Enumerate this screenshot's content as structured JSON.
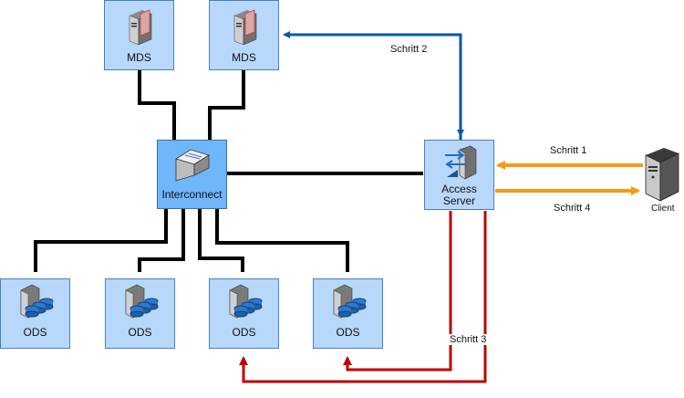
{
  "nodes": {
    "mds1": {
      "label": "MDS"
    },
    "mds2": {
      "label": "MDS"
    },
    "interconnect": {
      "label": "Interconnect"
    },
    "access": {
      "label_line1": "Access",
      "label_line2": "Server"
    },
    "ods1": {
      "label": "ODS"
    },
    "ods2": {
      "label": "ODS"
    },
    "ods3": {
      "label": "ODS"
    },
    "ods4": {
      "label": "ODS"
    },
    "client": {
      "label": "Client"
    }
  },
  "steps": {
    "step1": "Schritt 1",
    "step2": "Schritt 2",
    "step3": "Schritt 3",
    "step4": "Schritt 4"
  },
  "colors": {
    "link": "#000000",
    "step2": "#0b56a8",
    "step1_4": "#f39c12",
    "step3": "#c00000",
    "node_fill": "#b7d7fb",
    "interconnect_fill": "#6fb6fb"
  }
}
